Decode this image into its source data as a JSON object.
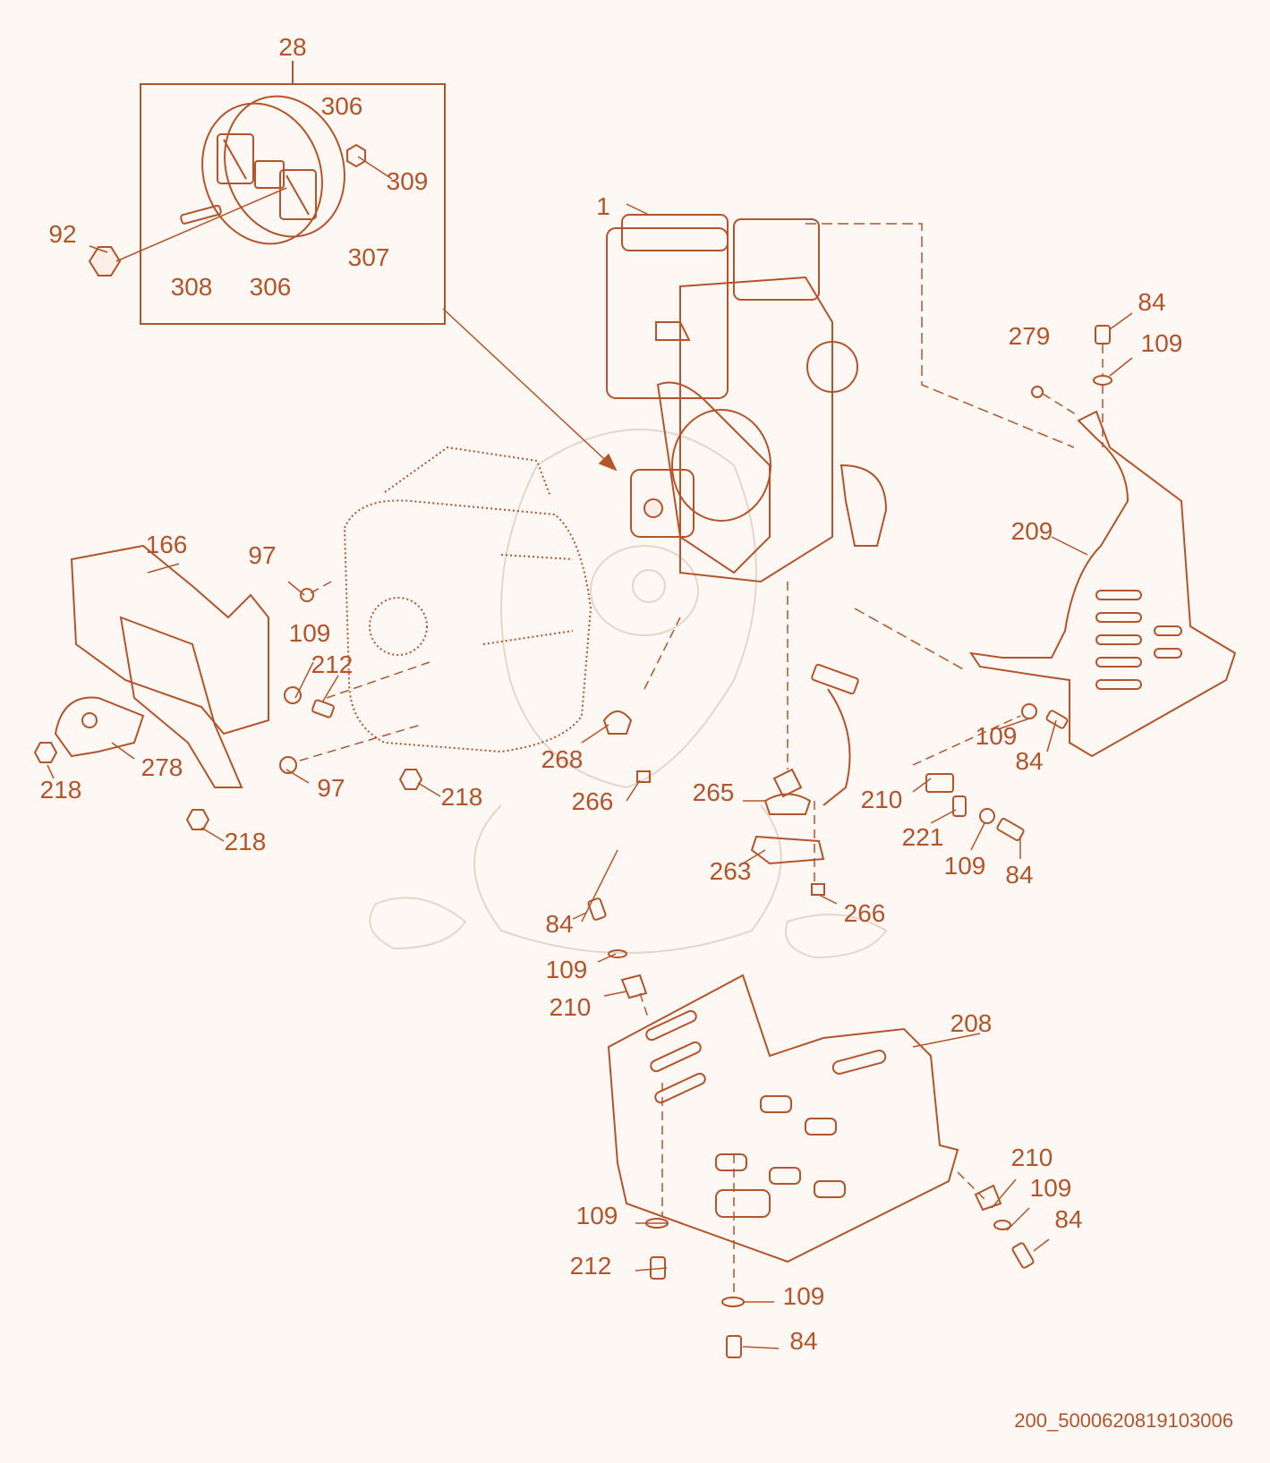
{
  "colors": {
    "line": "#b5532a",
    "text": "#b5532a",
    "background": "#fdf8f3",
    "watermark": "#e4d6cc"
  },
  "drawing_code": "200_5000620819103006",
  "callouts": [
    {
      "id": "c-28",
      "label": "28"
    },
    {
      "id": "c-306a",
      "label": "306"
    },
    {
      "id": "c-309",
      "label": "309"
    },
    {
      "id": "c-92",
      "label": "92"
    },
    {
      "id": "c-308",
      "label": "308"
    },
    {
      "id": "c-306b",
      "label": "306"
    },
    {
      "id": "c-307",
      "label": "307"
    },
    {
      "id": "c-1",
      "label": "1"
    },
    {
      "id": "c-84a",
      "label": "84"
    },
    {
      "id": "c-279",
      "label": "279"
    },
    {
      "id": "c-109a",
      "label": "109"
    },
    {
      "id": "c-209",
      "label": "209"
    },
    {
      "id": "c-166",
      "label": "166"
    },
    {
      "id": "c-97a",
      "label": "97"
    },
    {
      "id": "c-109b",
      "label": "109"
    },
    {
      "id": "c-212a",
      "label": "212"
    },
    {
      "id": "c-278",
      "label": "278"
    },
    {
      "id": "c-218a",
      "label": "218"
    },
    {
      "id": "c-97b",
      "label": "97"
    },
    {
      "id": "c-218b",
      "label": "218"
    },
    {
      "id": "c-218c",
      "label": "218"
    },
    {
      "id": "c-268",
      "label": "268"
    },
    {
      "id": "c-266a",
      "label": "266"
    },
    {
      "id": "c-265",
      "label": "265"
    },
    {
      "id": "c-109c",
      "label": "109"
    },
    {
      "id": "c-84b",
      "label": "84"
    },
    {
      "id": "c-210a",
      "label": "210"
    },
    {
      "id": "c-221",
      "label": "221"
    },
    {
      "id": "c-109d",
      "label": "109"
    },
    {
      "id": "c-84c",
      "label": "84"
    },
    {
      "id": "c-263",
      "label": "263"
    },
    {
      "id": "c-266b",
      "label": "266"
    },
    {
      "id": "c-84d",
      "label": "84"
    },
    {
      "id": "c-109e",
      "label": "109"
    },
    {
      "id": "c-210b",
      "label": "210"
    },
    {
      "id": "c-208",
      "label": "208"
    },
    {
      "id": "c-210c",
      "label": "210"
    },
    {
      "id": "c-109f",
      "label": "109"
    },
    {
      "id": "c-84e",
      "label": "84"
    },
    {
      "id": "c-109g",
      "label": "109"
    },
    {
      "id": "c-212b",
      "label": "212"
    },
    {
      "id": "c-109h",
      "label": "109"
    },
    {
      "id": "c-84f",
      "label": "84"
    }
  ]
}
